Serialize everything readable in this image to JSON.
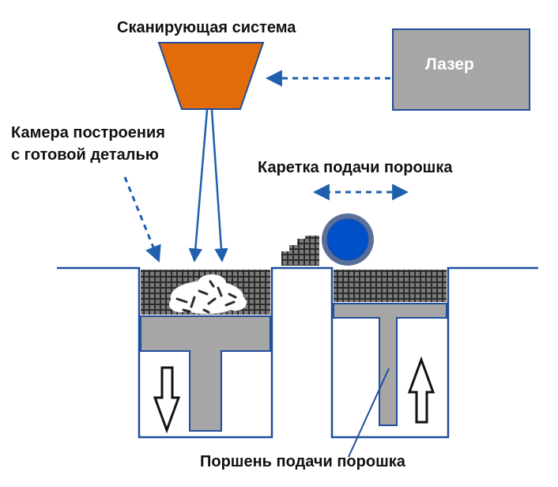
{
  "labels": {
    "scanning_system": "Сканирующая система",
    "laser": "Лазер",
    "build_chamber": [
      "Камера построения",
      "с готовой деталью"
    ],
    "powder_carriage": "Каретка подачи порошка",
    "powder_piston": "Поршень подачи порошка"
  },
  "colors": {
    "outline_blue": "#1f4e9c",
    "arrow_blue": "#1f5fae",
    "scanner_orange": "#e36c0a",
    "laser_gray": "#a6a6a6",
    "piston_gray": "#a6a6a6",
    "roller_blue": "#0050c8",
    "powder_dark": "#2b2b2b",
    "text": "#111111"
  }
}
